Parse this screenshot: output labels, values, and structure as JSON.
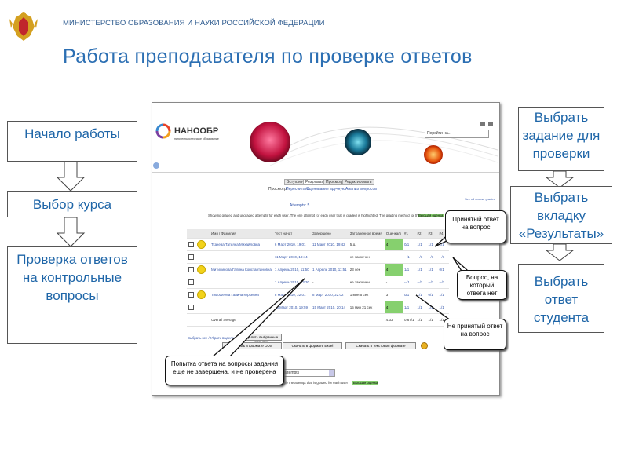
{
  "header": {
    "ministry": "МИНИСТЕРСТВО ОБРАЗОВАНИЯ И НАУКИ РОССИЙСКОЙ ФЕДЕРАЦИИ",
    "title": "Работа преподавателя по проверке ответов"
  },
  "left_steps": [
    {
      "label": "Начало работы"
    },
    {
      "label": "Выбор курса"
    },
    {
      "label": "Проверка ответов на контрольные вопросы"
    }
  ],
  "right_steps": [
    {
      "label": "Выбрать задание для проверки"
    },
    {
      "label": "Выбрать вкладку «Результаты»"
    },
    {
      "label": "Выбрать ответ студента"
    }
  ],
  "callouts": {
    "accepted": "Принятый ответ на вопрос",
    "no_answer": "Вопрос, на который ответа нет",
    "not_accepted": "Не принятый ответ на вопрос",
    "incomplete": "Попытка ответа на вопросы задания еще не завершена, и не проверена"
  },
  "screenshot": {
    "logo": "НАНООБР",
    "logo_sub": "нанотехнологическое образование",
    "jump_label": "Перейти на...",
    "tabs": [
      "Вступление",
      "Результаты",
      "Просмотр",
      "Редактировать"
    ],
    "subtabs": [
      "Просмотр",
      "Пересчитать",
      "Оценивание вручную",
      "Анализ вопросов"
    ],
    "see_all": "See all course grades",
    "attempts": "Attempts: 5",
    "info": "Showing graded and ungraded attempts for each user. The one attempt for each user that is graded is highlighted. The grading method for this quiz is",
    "highest_grade": "Высшая оценка",
    "columns": [
      "Имя / Фамилия",
      "Тест начат",
      "Завершено",
      "Затраченное время",
      "Оценка/5",
      "#1",
      "#2",
      "#3",
      "#4"
    ],
    "rows": [
      {
        "name": "Ткачева Татьяна Михайловна",
        "started": "6 Март 2010, 19:01",
        "completed": "11 Март 2010, 19:42",
        "time": "5 д.",
        "grade": "4",
        "q1": "0/1",
        "q2": "1/1",
        "q3": "1/1",
        "q4": "1/1"
      },
      {
        "name": "",
        "started": "11 Март 2010, 19:44",
        "completed": "-",
        "time": "не закончен",
        "grade": "-",
        "q1": "--/1",
        "q2": "--/1",
        "q3": "--/1",
        "q4": "--/1"
      },
      {
        "name": "Митилинова Галина Константиновна",
        "started": "1 Апрель 2010, 11:50",
        "completed": "1 Апрель 2010, 11:51",
        "time": "23 сек",
        "grade": "4",
        "q1": "1/1",
        "q2": "1/1",
        "q3": "1/1",
        "q4": "0/1"
      },
      {
        "name": "",
        "started": "1 Апрель 2010, 23:30",
        "completed": "-",
        "time": "не закончен",
        "grade": "-",
        "q1": "--/1",
        "q2": "--/1",
        "q3": "--/1",
        "q4": "--/1"
      },
      {
        "name": "Тимофеева Галина Юрьевна",
        "started": "8 Март 2010, 22:01",
        "completed": "8 Март 2010, 22:02",
        "time": "1 мин 5 сек",
        "grade": "3",
        "q1": "0/1",
        "q2": "1/1",
        "q3": "0/1",
        "q4": "1/1"
      },
      {
        "name": "",
        "started": "15 Март 2010, 19:59",
        "completed": "15 Март 2010, 20:14",
        "time": "15 мин 21 сек",
        "grade": "4",
        "q1": "1/1",
        "q2": "1/1",
        "q3": "1/1",
        "q4": "1/1"
      }
    ],
    "overall_label": "Overall average",
    "overall": {
      "grade": "4.33",
      "q1": "0.67/1",
      "q2": "1/1",
      "q3": "1/1",
      "q4": "1/1"
    },
    "select_all": "Выбрать все / Убрать выделение",
    "delete_btn": "Удалить выбранные попытки",
    "btn_ods": "Скачать в формате ODS",
    "btn_excel": "Скачать в формате Excel",
    "btn_text": "Скачать в текстовом формате",
    "attempts_dropdown": "attempts",
    "bottom_note": "only the attempt that is graded for each user",
    "bottom_badge": "Высшая оценка"
  },
  "colors": {
    "accent_blue": "#2c6fb3",
    "box_text": "#1f66a8",
    "highlight_green": "#86d06e"
  }
}
